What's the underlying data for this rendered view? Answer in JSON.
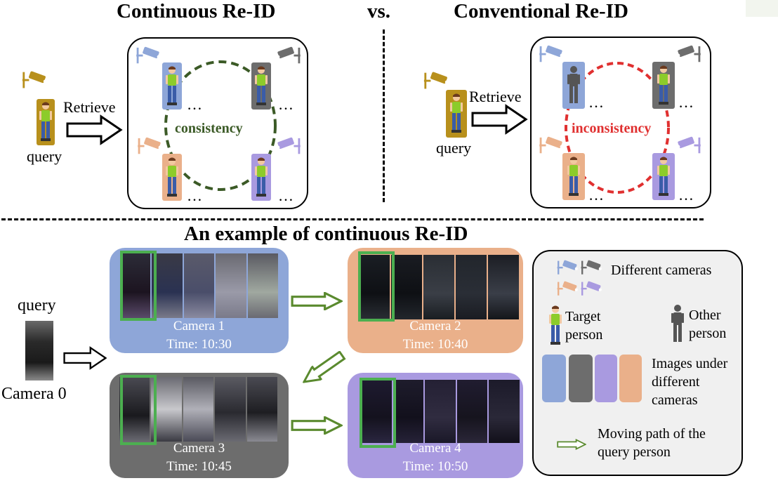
{
  "top": {
    "left_title": "Continuous Re-ID",
    "vs": "vs.",
    "right_title": "Conventional Re-ID",
    "retrieve_label": "Retrieve",
    "query_label": "query",
    "ellipsis": "…",
    "consistency_label": "consistency",
    "inconsistency_label": "inconsistency"
  },
  "bottom": {
    "title": "An example of continuous Re-ID",
    "query_label": "query",
    "query_camera": "Camera 0",
    "cameras": [
      {
        "name": "Camera 1",
        "time": "Time: 10:30"
      },
      {
        "name": "Camera 2",
        "time": "Time: 10:40"
      },
      {
        "name": "Camera 3",
        "time": "Time: 10:45"
      },
      {
        "name": "Camera 4",
        "time": "Time: 10:50"
      }
    ],
    "legend": {
      "different_cameras": "Different cameras",
      "target_person_1": "Target",
      "target_person_2": "person",
      "other_person_1": "Other",
      "other_person_2": "person",
      "images_1": "Images under",
      "images_2": "different",
      "images_3": "cameras",
      "moving_1": "Moving path of the",
      "moving_2": "query person"
    }
  },
  "colors": {
    "camera_blue": "#8ea6d8",
    "camera_gray": "#6d6d6d",
    "camera_orange": "#eab08a",
    "camera_purple": "#a99ae0",
    "query_gold": "#b8901c",
    "consistency_green": "#3b5a26",
    "inconsistency_red": "#e03030",
    "arrow_green": "#5a8a2e",
    "legend_bg": "#f0f0f0"
  }
}
